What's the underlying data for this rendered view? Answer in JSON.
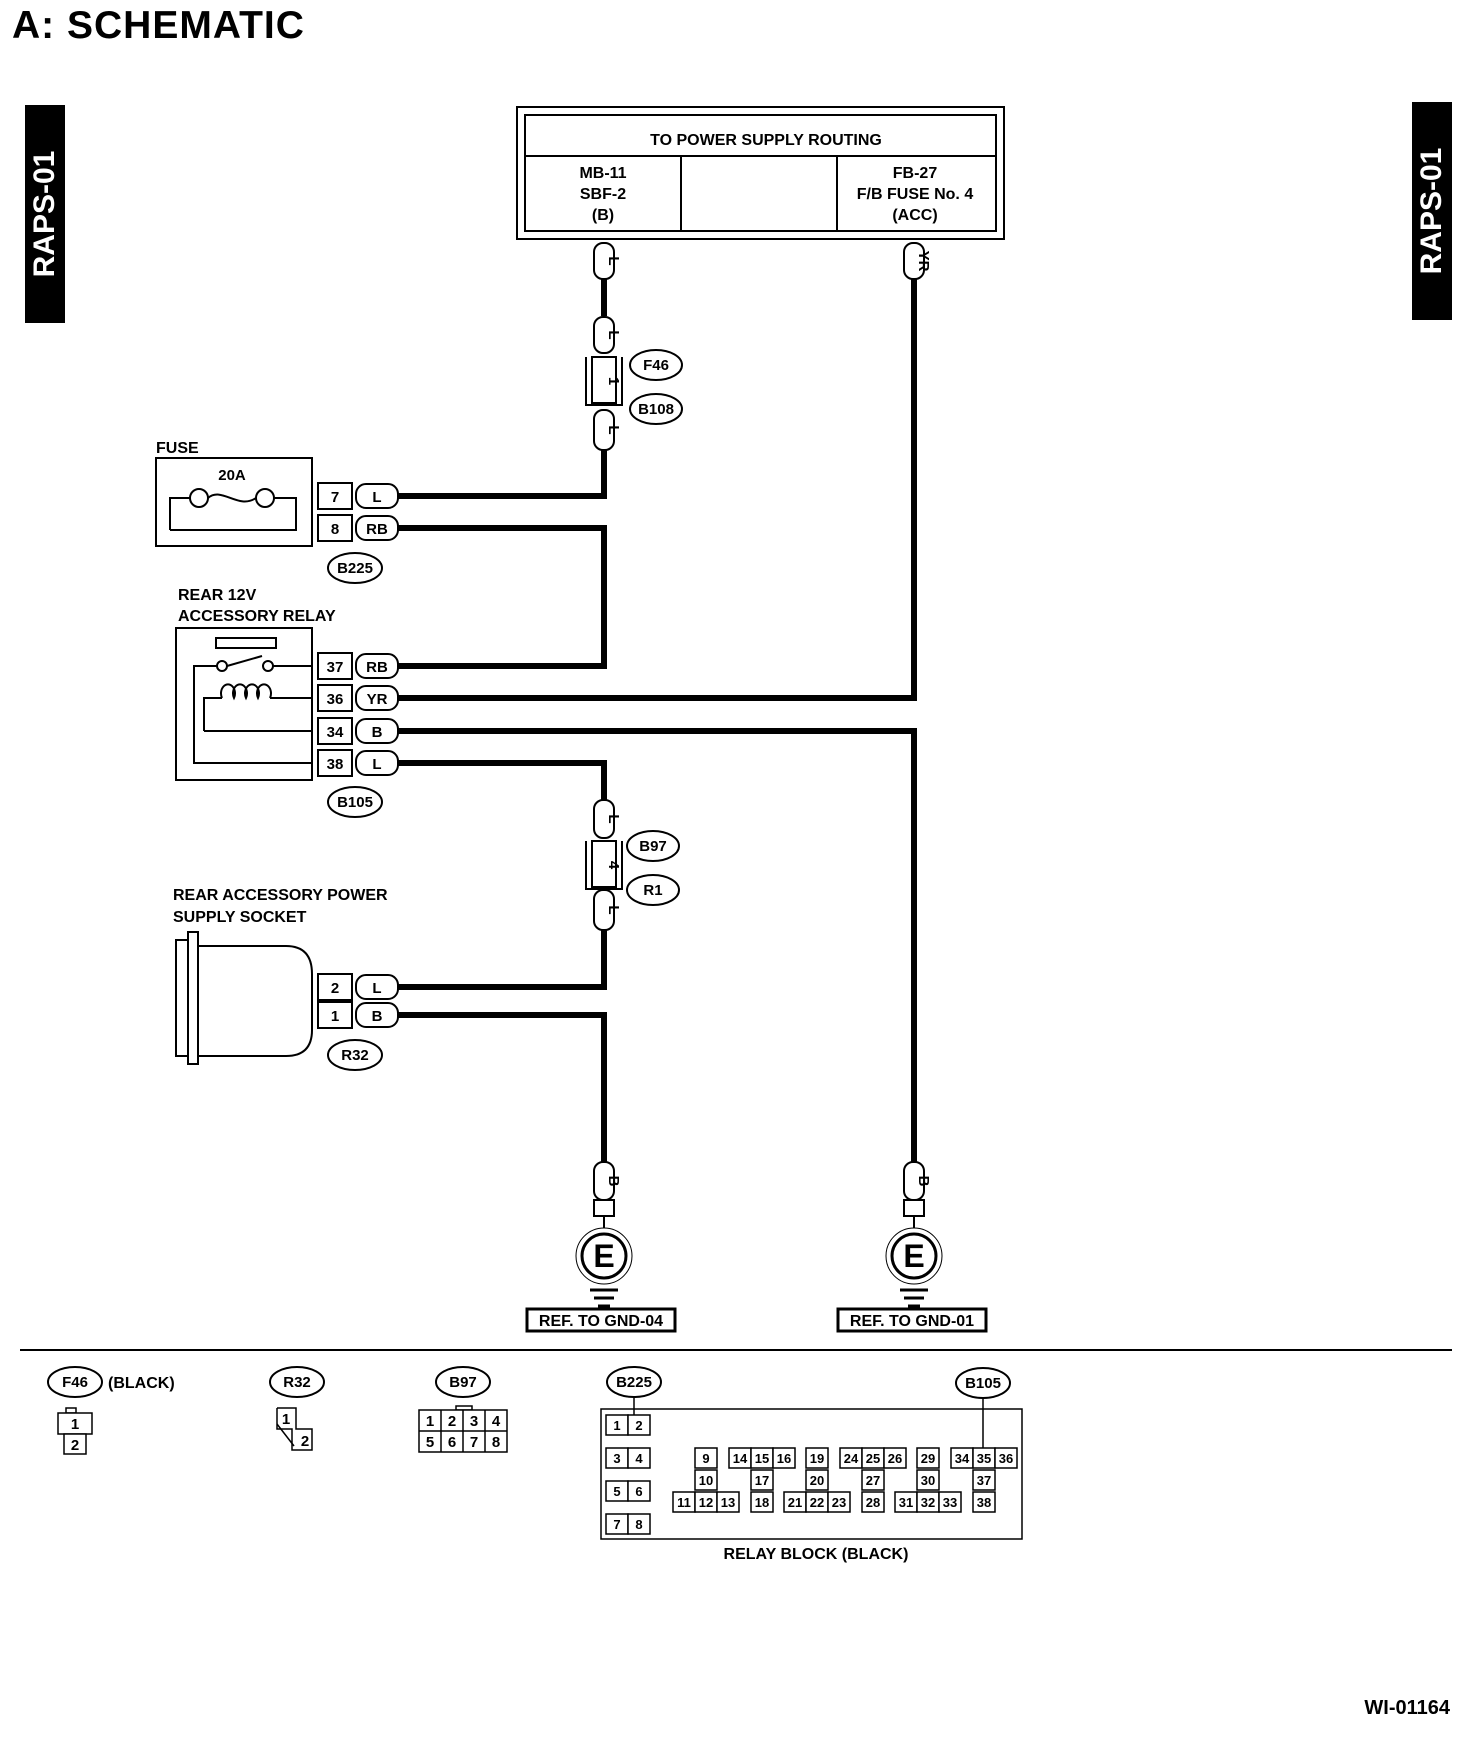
{
  "title": "A:  SCHEMATIC",
  "side_tab": "RAPS-01",
  "doc_code": "WI-01164",
  "power_box": {
    "header": "TO POWER SUPPLY ROUTING",
    "left": [
      "MB-11",
      "SBF-2",
      "(B)"
    ],
    "right": [
      "FB-27",
      "F/B FUSE No. 4",
      "(ACC)"
    ]
  },
  "wire_codes": {
    "L": "L",
    "YR": "YR",
    "RB": "RB",
    "B": "B"
  },
  "connectors": {
    "F46": "F46",
    "B108": "B108",
    "B225": "B225",
    "B105": "B105",
    "B97": "B97",
    "R1": "R1",
    "R32": "R32"
  },
  "pins": {
    "f46_b108": "1",
    "b97_r1": "4",
    "b225_7": "7",
    "b225_8": "8",
    "b105_37": "37",
    "b105_36": "36",
    "b105_34": "34",
    "b105_38": "38",
    "r32_2": "2",
    "r32_1": "1"
  },
  "components": {
    "fuse_label": "FUSE",
    "fuse_rating": "20A",
    "relay_label": [
      "REAR 12V",
      "ACCESSORY RELAY"
    ],
    "socket_label": [
      "REAR ACCESSORY POWER",
      "SUPPLY SOCKET"
    ]
  },
  "grounds": {
    "symbol": "E",
    "left_ref": "REF. TO GND-04",
    "right_ref": "REF. TO GND-01"
  },
  "connector_views": {
    "f46_label": "F46",
    "f46_color": "(BLACK)",
    "f46_pins": [
      "1",
      "2"
    ],
    "r32_label": "R32",
    "r32_pins": [
      "1",
      "2"
    ],
    "b97_label": "B97",
    "b97_pins": [
      "1",
      "2",
      "3",
      "4",
      "5",
      "6",
      "7",
      "8"
    ],
    "b225_label": "B225",
    "b105_label": "B105",
    "relay_block_caption": "RELAY BLOCK (BLACK)",
    "relay_block_pins": {
      "p1": "1",
      "p2": "2",
      "p3": "3",
      "p4": "4",
      "p5": "5",
      "p6": "6",
      "p7": "7",
      "p8": "8",
      "p9": "9",
      "p10": "10",
      "p11": "11",
      "p12": "12",
      "p13": "13",
      "p14": "14",
      "p15": "15",
      "p16": "16",
      "p17": "17",
      "p18": "18",
      "p19": "19",
      "p20": "20",
      "p21": "21",
      "p22": "22",
      "p23": "23",
      "p24": "24",
      "p25": "25",
      "p26": "26",
      "p27": "27",
      "p28": "28",
      "p29": "29",
      "p30": "30",
      "p31": "31",
      "p32": "32",
      "p33": "33",
      "p34": "34",
      "p35": "35",
      "p36": "36",
      "p37": "37",
      "p38": "38"
    }
  }
}
